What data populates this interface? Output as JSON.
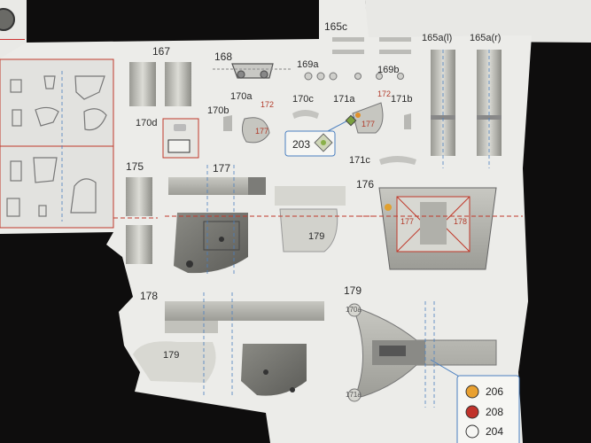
{
  "photo": {
    "subject": "paper model cutting sheet",
    "labels": [
      {
        "id": "l167",
        "text": "167"
      },
      {
        "id": "l168",
        "text": "168"
      },
      {
        "id": "l169a",
        "text": "169a"
      },
      {
        "id": "l169b",
        "text": "169b"
      },
      {
        "id": "l165c",
        "text": "165c"
      },
      {
        "id": "l165al",
        "text": "165a(l)"
      },
      {
        "id": "l165ar",
        "text": "165a(r)"
      },
      {
        "id": "l170a",
        "text": "170a"
      },
      {
        "id": "l170b",
        "text": "170b"
      },
      {
        "id": "l170c",
        "text": "170c"
      },
      {
        "id": "l171a",
        "text": "171a"
      },
      {
        "id": "l171b",
        "text": "171b"
      },
      {
        "id": "l171c",
        "text": "171c"
      },
      {
        "id": "l170d",
        "text": "170d"
      },
      {
        "id": "l172a",
        "text": "172"
      },
      {
        "id": "l172b",
        "text": "172"
      },
      {
        "id": "l177s",
        "text": "177"
      },
      {
        "id": "l177t",
        "text": "177"
      },
      {
        "id": "l203",
        "text": "203"
      },
      {
        "id": "l175",
        "text": "175"
      },
      {
        "id": "l177",
        "text": "177"
      },
      {
        "id": "l176",
        "text": "176"
      },
      {
        "id": "l179a",
        "text": "179"
      },
      {
        "id": "l178",
        "text": "178"
      },
      {
        "id": "l179b",
        "text": "179"
      },
      {
        "id": "l179c",
        "text": "179"
      },
      {
        "id": "l177r",
        "text": "177"
      },
      {
        "id": "l178r",
        "text": "178"
      },
      {
        "id": "l170ai",
        "text": "170a"
      },
      {
        "id": "l171ai",
        "text": "171a"
      },
      {
        "id": "l206",
        "text": "206"
      },
      {
        "id": "l208",
        "text": "208"
      },
      {
        "id": "l204",
        "text": "204"
      }
    ]
  }
}
